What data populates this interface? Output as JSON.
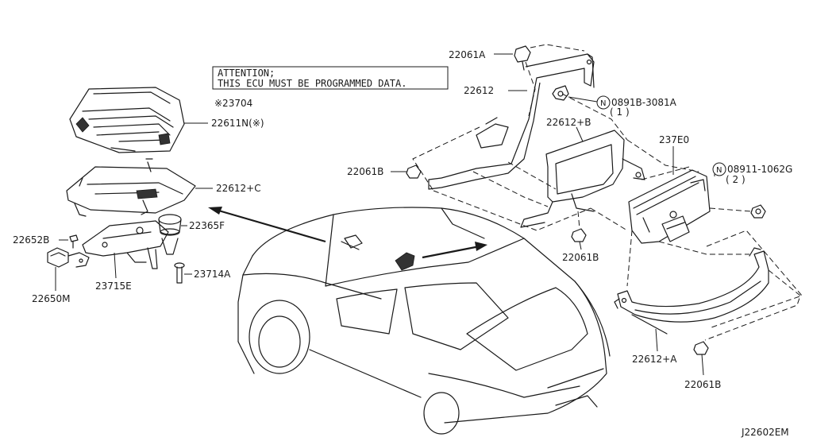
{
  "attention": {
    "line1": "ATTENTION;",
    "line2": "THIS ECU MUST BE PROGRAMMED DATA."
  },
  "labels": {
    "note_23704": "※23704",
    "p22611n": "22611N(※)",
    "p22612c": "22612+C",
    "p22365f": "22365F",
    "p22652b": "22652B",
    "p22650m": "22650M",
    "p23715e": "23715E",
    "p23714a": "23714A",
    "p22061a": "22061A",
    "p22612": "22612",
    "p0891b": "0891B-3081A",
    "p0891b_qty": "( 1 )",
    "p22612b": "22612+B",
    "p237e0": "237E0",
    "p08911": "08911-1062G",
    "p08911_qty": "( 2 )",
    "p22061b_left": "22061B",
    "p22061b_mid": "22061B",
    "p22061b_low": "22061B",
    "p22612a": "22612+A",
    "diagram_code": "J22602EM",
    "nut_symbol": "N"
  }
}
